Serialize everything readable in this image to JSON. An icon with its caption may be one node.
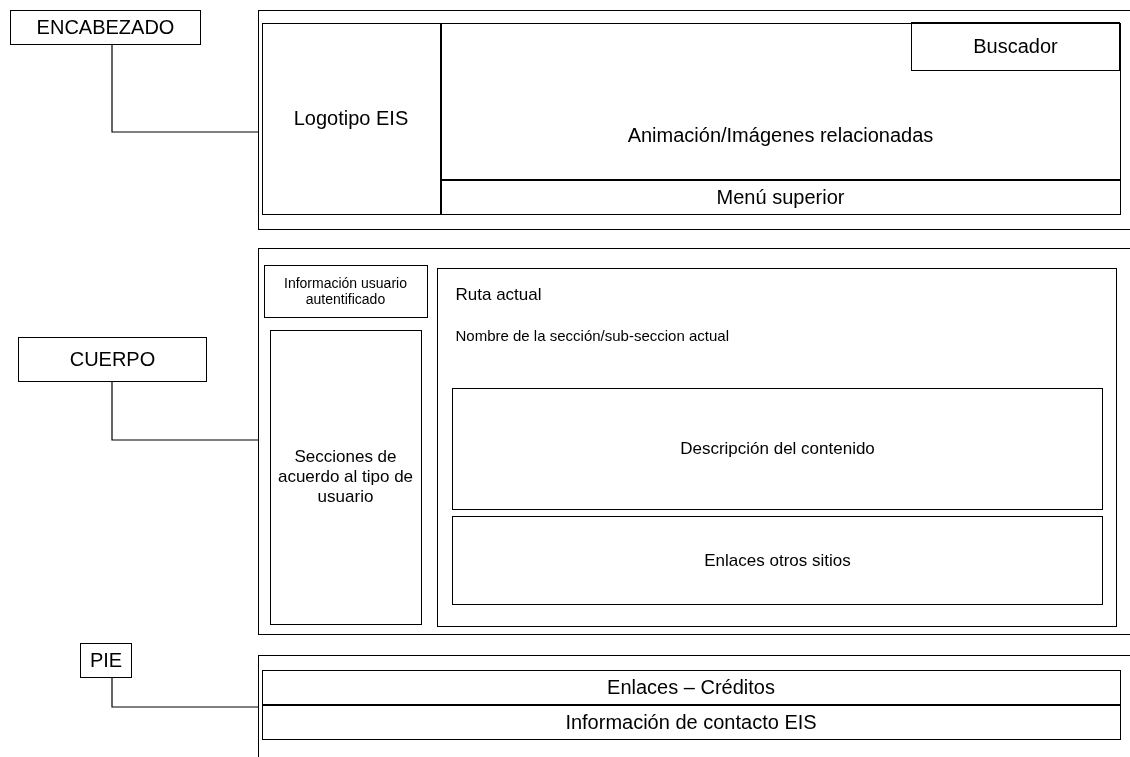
{
  "diagram": {
    "nodes": [
      {
        "text": [
          "ENCABEZADO"
        ]
      },
      {
        "text": [],
        "shape": "box"
      },
      {
        "text": [
          "Logotipo EIS"
        ],
        "in": 1
      },
      {
        "text": [
          "Animación/Imágenes relacionadas"
        ],
        "in": 1
      },
      {
        "text": [
          "Buscador"
        ],
        "in": 3
      },
      {
        "text": [
          "Menú superior"
        ],
        "in": 1
      },
      {
        "text": [
          "CUERPO"
        ]
      },
      {
        "text": [],
        "shape": "box"
      },
      {
        "text": [
          "Información usuario autentificado"
        ],
        "in": 7
      },
      {
        "text": [
          "Secciones de acuerdo al tipo de usuario"
        ],
        "in": 7
      },
      {
        "text": [
          "Ruta actual",
          "Nombre de la sección/sub-seccion actual"
        ],
        "in": 7
      },
      {
        "text": [
          "Descripción del contenido"
        ],
        "in": 10
      },
      {
        "text": [
          "Enlaces otros sitios"
        ],
        "in": 10
      },
      {
        "text": [
          "PIE"
        ]
      },
      {
        "text": [],
        "shape": "box"
      },
      {
        "text": [
          "Enlaces – Créditos"
        ],
        "in": 14
      },
      {
        "text": [
          "Información de contacto EIS"
        ],
        "in": 14
      }
    ],
    "edges": [
      {
        "from": 0,
        "to": 1,
        "arrow": "none"
      },
      {
        "from": 6,
        "to": 7,
        "arrow": "none"
      },
      {
        "from": 13,
        "to": 14,
        "arrow": "none"
      }
    ]
  }
}
